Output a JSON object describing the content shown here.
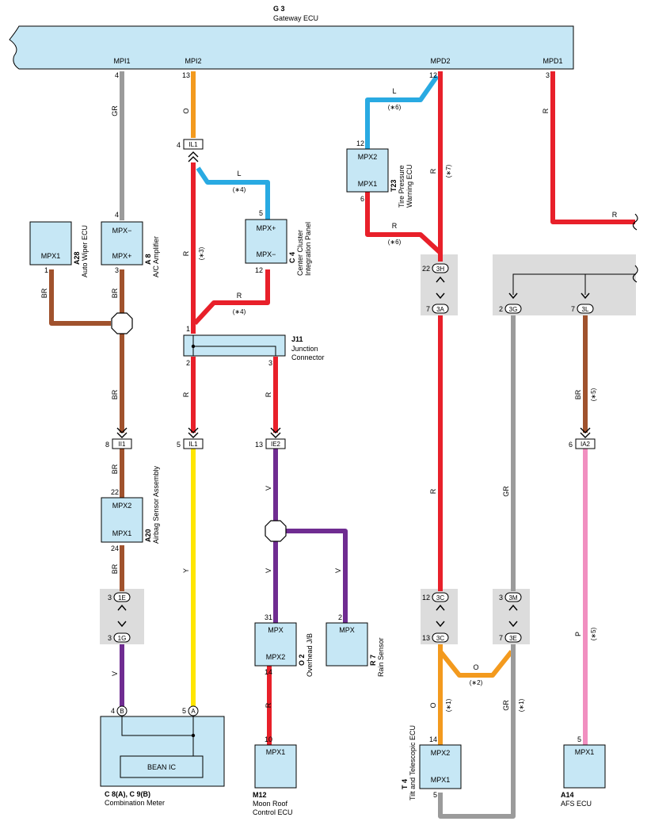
{
  "gateway": {
    "code": "G 3",
    "name": "Gateway ECU",
    "pins": [
      "MPI1",
      "MPI2",
      "MPD2",
      "MPD1"
    ]
  },
  "components": {
    "a28": {
      "code": "A28",
      "name": "Auto Wiper ECU",
      "pin": "MPX1"
    },
    "a8": {
      "code": "A 8",
      "name": "A/C Amplifier",
      "pin_top": "MPX−",
      "pin_bot": "MPX+"
    },
    "c4": {
      "code": "C 4",
      "name1": "Center Cluster",
      "name2": "Integration Panel",
      "pin_top": "MPX+",
      "pin_bot": "MPX−"
    },
    "t23": {
      "code": "T23",
      "name1": "Tire Pressure",
      "name2": "Warning ECU",
      "pin_top": "MPX2",
      "pin_bot": "MPX1"
    },
    "j11": {
      "code": "J11",
      "name1": "Junction",
      "name2": "Connector"
    },
    "a20": {
      "code": "A20",
      "name": "Airbag Sensor Assembly",
      "pin_top": "MPX2",
      "pin_bot": "MPX1"
    },
    "o2": {
      "code": "O 2",
      "name": "Overhead J/B",
      "pin_top": "MPX",
      "pin_bot": "MPX2"
    },
    "r7": {
      "code": "R 7",
      "name": "Rain Sensor",
      "pin": "MPX"
    },
    "c8": {
      "code": "C 8(A), C 9(B)",
      "name": "Combination Meter",
      "inner": "BEAN IC",
      "pin_a": "A",
      "pin_b": "B"
    },
    "m12": {
      "code": "M12",
      "name1": "Moon Roof",
      "name2": "Control ECU",
      "pin": "MPX1"
    },
    "t4": {
      "code": "T 4",
      "name": "Tilt and Telescopic ECU",
      "pin_top": "MPX2",
      "pin_bot": "MPX1"
    },
    "a14": {
      "code": "A14",
      "name": "AFS ECU",
      "pin": "MPX1"
    }
  },
  "connectors": {
    "il1": "IL1",
    "ii1": "II1",
    "ie2": "IE2",
    "ia2": "IA2",
    "c3h": "3H",
    "c3a": "3A",
    "c3g": "3G",
    "c3l": "3L",
    "c1e": "1E",
    "c1g": "1G",
    "c3c": "3C",
    "c3m": "3M",
    "c3e": "3E"
  },
  "pins": {
    "p4": "4",
    "p13": "13",
    "p12": "12",
    "p3": "3",
    "p1": "1",
    "p2": "2",
    "p5": "5",
    "p6": "6",
    "p8": "8",
    "p22": "22",
    "p24": "24",
    "p7": "7",
    "p31": "31",
    "p14": "14",
    "p10": "10"
  },
  "wire_labels": {
    "gr": "GR",
    "o": "O",
    "r": "R",
    "l": "L",
    "br": "BR",
    "y": "Y",
    "v": "V",
    "p": "P"
  },
  "notes": {
    "n1": "(∗1)",
    "n2": "(∗2)",
    "n3": "(∗3)",
    "n4": "(∗4)",
    "n5": "(∗5)",
    "n6": "(∗6)",
    "n7": "(∗7)"
  },
  "colors": {
    "gray": "#9b9b9b",
    "orange": "#f39a1e",
    "red": "#e8202a",
    "blue": "#29aae2",
    "brown": "#a0522d",
    "yellow": "#ffe600",
    "violet": "#6f2c91",
    "pink": "#f18fc0",
    "box": "#c6e7f5",
    "shade": "#dcdcdc"
  }
}
